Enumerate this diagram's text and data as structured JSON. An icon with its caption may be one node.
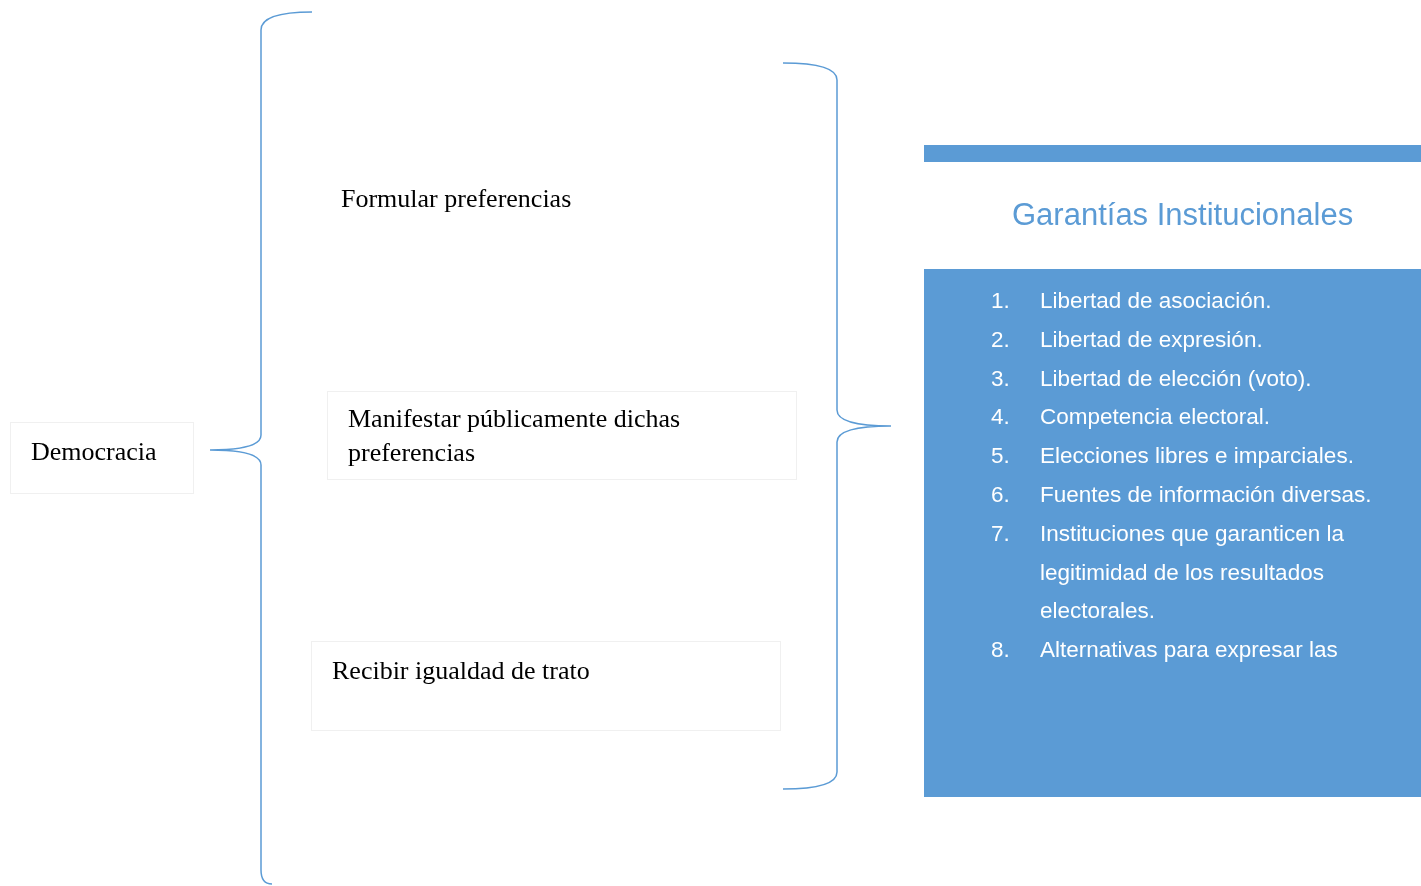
{
  "diagram": {
    "nodes": [
      {
        "text": [
          "Democracia"
        ]
      },
      {
        "text": [
          "Formular preferencias"
        ]
      },
      {
        "text": [
          "Manifestar públicamente dichas preferencias"
        ]
      },
      {
        "text": [
          "Recibir igualdad de trato"
        ]
      },
      {
        "text": [
          "Garantías Institucionales",
          "1.",
          "Libertad de asociación.",
          "2.",
          "Libertad de expresión.",
          "3.",
          "Libertad de elección (voto).",
          "4.",
          "Competencia electoral.",
          "5.",
          "Elecciones libres e imparciales.",
          "6.",
          "Fuentes de información diversas.",
          "7.",
          "Instituciones que garanticen la legitimidad de los resultados electorales.",
          "8.",
          "Alternativas para expresar las"
        ]
      }
    ]
  }
}
